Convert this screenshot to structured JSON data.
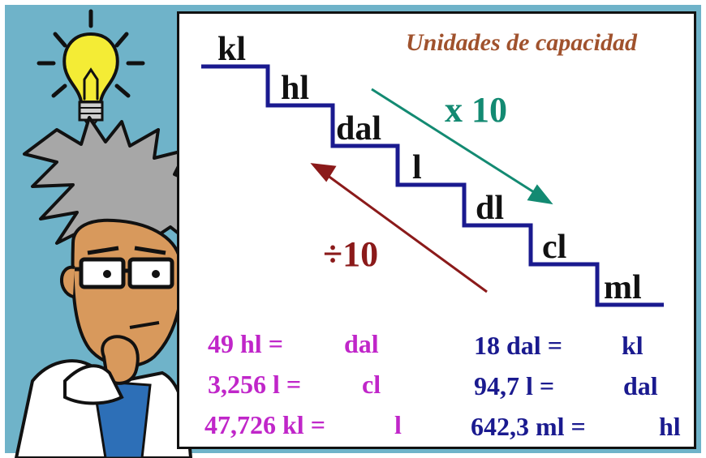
{
  "title": "Unidades de capacidad",
  "units": [
    "kl",
    "hl",
    "dal",
    "l",
    "dl",
    "cl",
    "ml"
  ],
  "multiply_label": "x 10",
  "divide_label": "÷10",
  "exercises_left": [
    {
      "value": "49 hl =",
      "target": "dal"
    },
    {
      "value": "3,256 l =",
      "target": "cl"
    },
    {
      "value": "47,726 kl =",
      "target": "l"
    }
  ],
  "exercises_right": [
    {
      "value": "18 dal =",
      "target": "kl"
    },
    {
      "value": "94,7 l =",
      "target": "dal"
    },
    {
      "value": "642,3 ml =",
      "target": "hl"
    }
  ],
  "colors": {
    "background": "#6fb3c9",
    "stairs": "#1a1a8f",
    "title": "#a0522d",
    "multiply_arrow": "#138a72",
    "divide_arrow": "#8b1a1a",
    "exercise_left": "#c026c9",
    "exercise_right": "#1a1a8f"
  },
  "icons": [
    "lightbulb-icon",
    "scientist-character-illustration"
  ]
}
